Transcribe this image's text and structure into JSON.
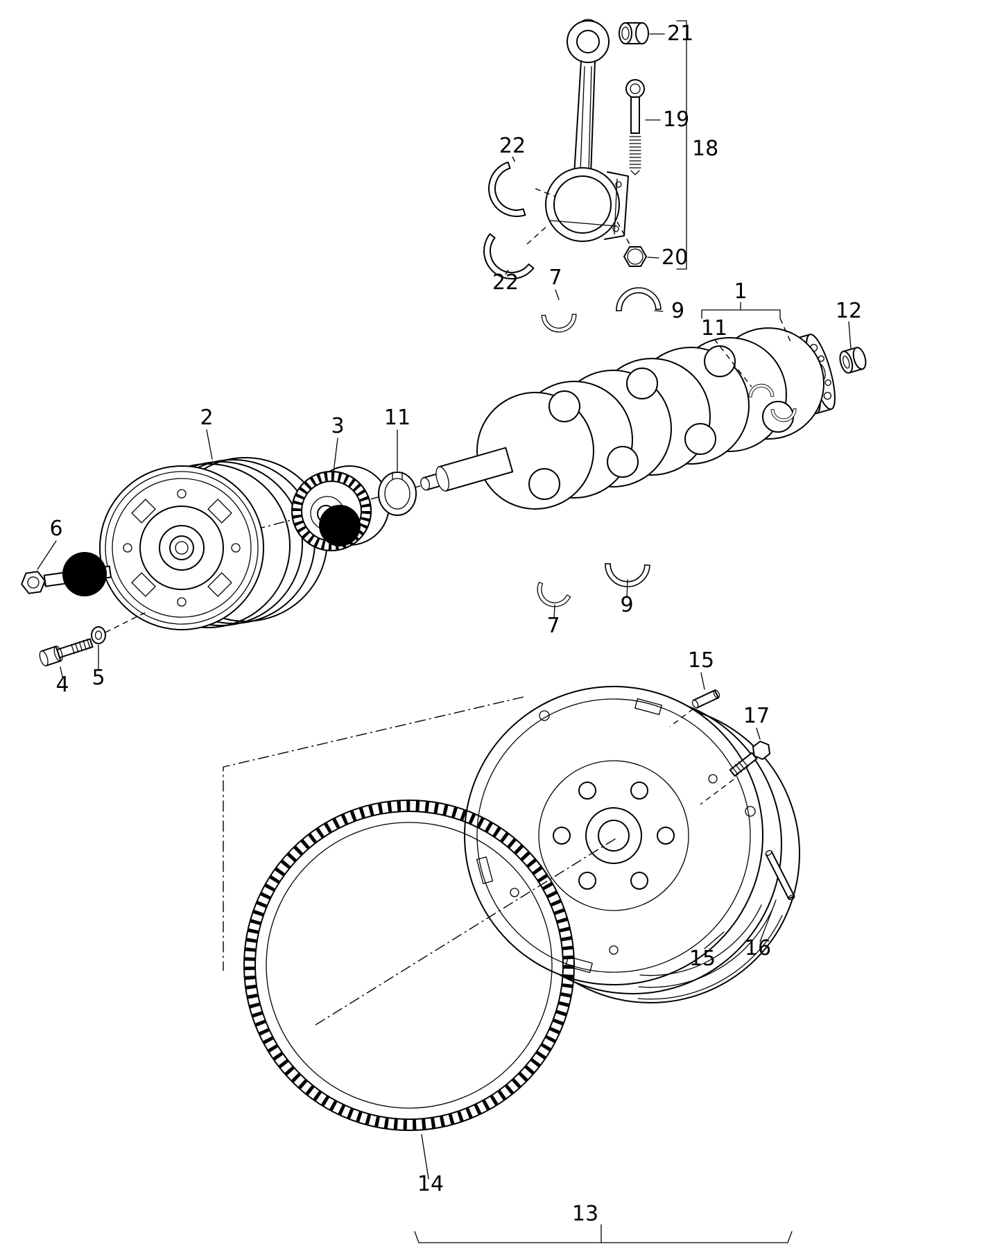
{
  "colors": {
    "background": "#ffffff",
    "line": "#000000",
    "redaction_dot": "#000000"
  },
  "diagram": {
    "callouts": [
      {
        "label": "21"
      },
      {
        "label": "19"
      },
      {
        "label": "18"
      },
      {
        "label": "22"
      },
      {
        "label": "22"
      },
      {
        "label": "20"
      },
      {
        "label": "7"
      },
      {
        "label": "9"
      },
      {
        "label": "1"
      },
      {
        "label": "11"
      },
      {
        "label": "12"
      },
      {
        "label": "2"
      },
      {
        "label": "3"
      },
      {
        "label": "11"
      },
      {
        "label": "6"
      },
      {
        "label": "7"
      },
      {
        "label": "9"
      },
      {
        "label": "4"
      },
      {
        "label": "5"
      },
      {
        "label": "15"
      },
      {
        "label": "17"
      },
      {
        "label": "16"
      },
      {
        "label": "15"
      },
      {
        "label": "14"
      },
      {
        "label": "13"
      }
    ]
  }
}
